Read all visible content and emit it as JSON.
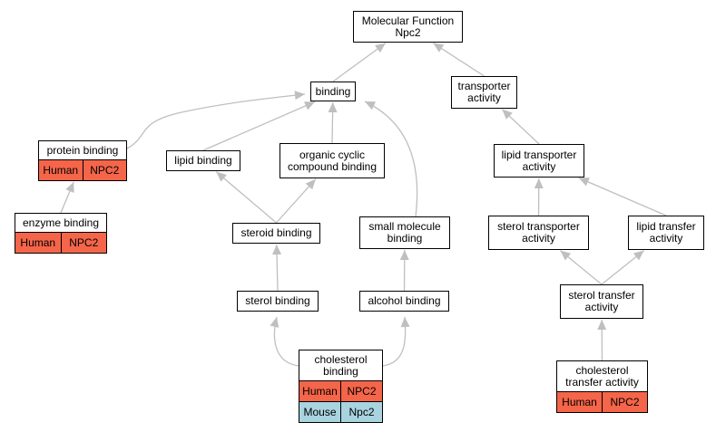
{
  "colors": {
    "edge": "#bfbfbf",
    "human_row": "#f46549",
    "mouse_row": "#a8d4e0",
    "node_border": "#000000",
    "node_fill": "#ffffff"
  },
  "nodes": {
    "molecular_function": {
      "label": "Molecular Function\nNpc2"
    },
    "binding": {
      "label": "binding"
    },
    "transporter_activity": {
      "label": "transporter\nactivity"
    },
    "protein_binding": {
      "label": "protein binding",
      "rows": [
        {
          "species": "Human",
          "gene": "NPC2",
          "color": "#f46549"
        }
      ]
    },
    "lipid_binding": {
      "label": "lipid binding"
    },
    "organic_cyclic_compound_binding": {
      "label": "organic cyclic\ncompound binding"
    },
    "lipid_transporter_activity": {
      "label": "lipid transporter\nactivity"
    },
    "enzyme_binding": {
      "label": "enzyme binding",
      "rows": [
        {
          "species": "Human",
          "gene": "NPC2",
          "color": "#f46549"
        }
      ]
    },
    "steroid_binding": {
      "label": "steroid binding"
    },
    "small_molecule_binding": {
      "label": "small molecule\nbinding"
    },
    "sterol_transporter_activity": {
      "label": "sterol transporter\nactivity"
    },
    "lipid_transfer_activity": {
      "label": "lipid transfer\nactivity"
    },
    "sterol_binding": {
      "label": "sterol binding"
    },
    "alcohol_binding": {
      "label": "alcohol binding"
    },
    "sterol_transfer_activity": {
      "label": "sterol transfer\nactivity"
    },
    "cholesterol_binding": {
      "label": "cholesterol\nbinding",
      "rows": [
        {
          "species": "Human",
          "gene": "NPC2",
          "color": "#f46549"
        },
        {
          "species": "Mouse",
          "gene": "Npc2",
          "color": "#a8d4e0"
        }
      ]
    },
    "cholesterol_transfer_activity": {
      "label": "cholesterol\ntransfer activity",
      "rows": [
        {
          "species": "Human",
          "gene": "NPC2",
          "color": "#f46549"
        }
      ]
    }
  },
  "edges": [
    {
      "from": "binding",
      "to": "molecular_function"
    },
    {
      "from": "transporter_activity",
      "to": "molecular_function"
    },
    {
      "from": "protein_binding",
      "to": "binding"
    },
    {
      "from": "lipid_binding",
      "to": "binding"
    },
    {
      "from": "organic_cyclic_compound_binding",
      "to": "binding"
    },
    {
      "from": "small_molecule_binding",
      "to": "binding"
    },
    {
      "from": "lipid_transporter_activity",
      "to": "transporter_activity"
    },
    {
      "from": "enzyme_binding",
      "to": "protein_binding"
    },
    {
      "from": "steroid_binding",
      "to": "lipid_binding"
    },
    {
      "from": "steroid_binding",
      "to": "organic_cyclic_compound_binding"
    },
    {
      "from": "alcohol_binding",
      "to": "small_molecule_binding"
    },
    {
      "from": "sterol_transporter_activity",
      "to": "lipid_transporter_activity"
    },
    {
      "from": "lipid_transfer_activity",
      "to": "lipid_transporter_activity"
    },
    {
      "from": "sterol_binding",
      "to": "steroid_binding"
    },
    {
      "from": "sterol_transfer_activity",
      "to": "sterol_transporter_activity"
    },
    {
      "from": "sterol_transfer_activity",
      "to": "lipid_transfer_activity"
    },
    {
      "from": "cholesterol_binding",
      "to": "sterol_binding"
    },
    {
      "from": "cholesterol_binding",
      "to": "alcohol_binding"
    },
    {
      "from": "cholesterol_transfer_activity",
      "to": "sterol_transfer_activity"
    }
  ]
}
